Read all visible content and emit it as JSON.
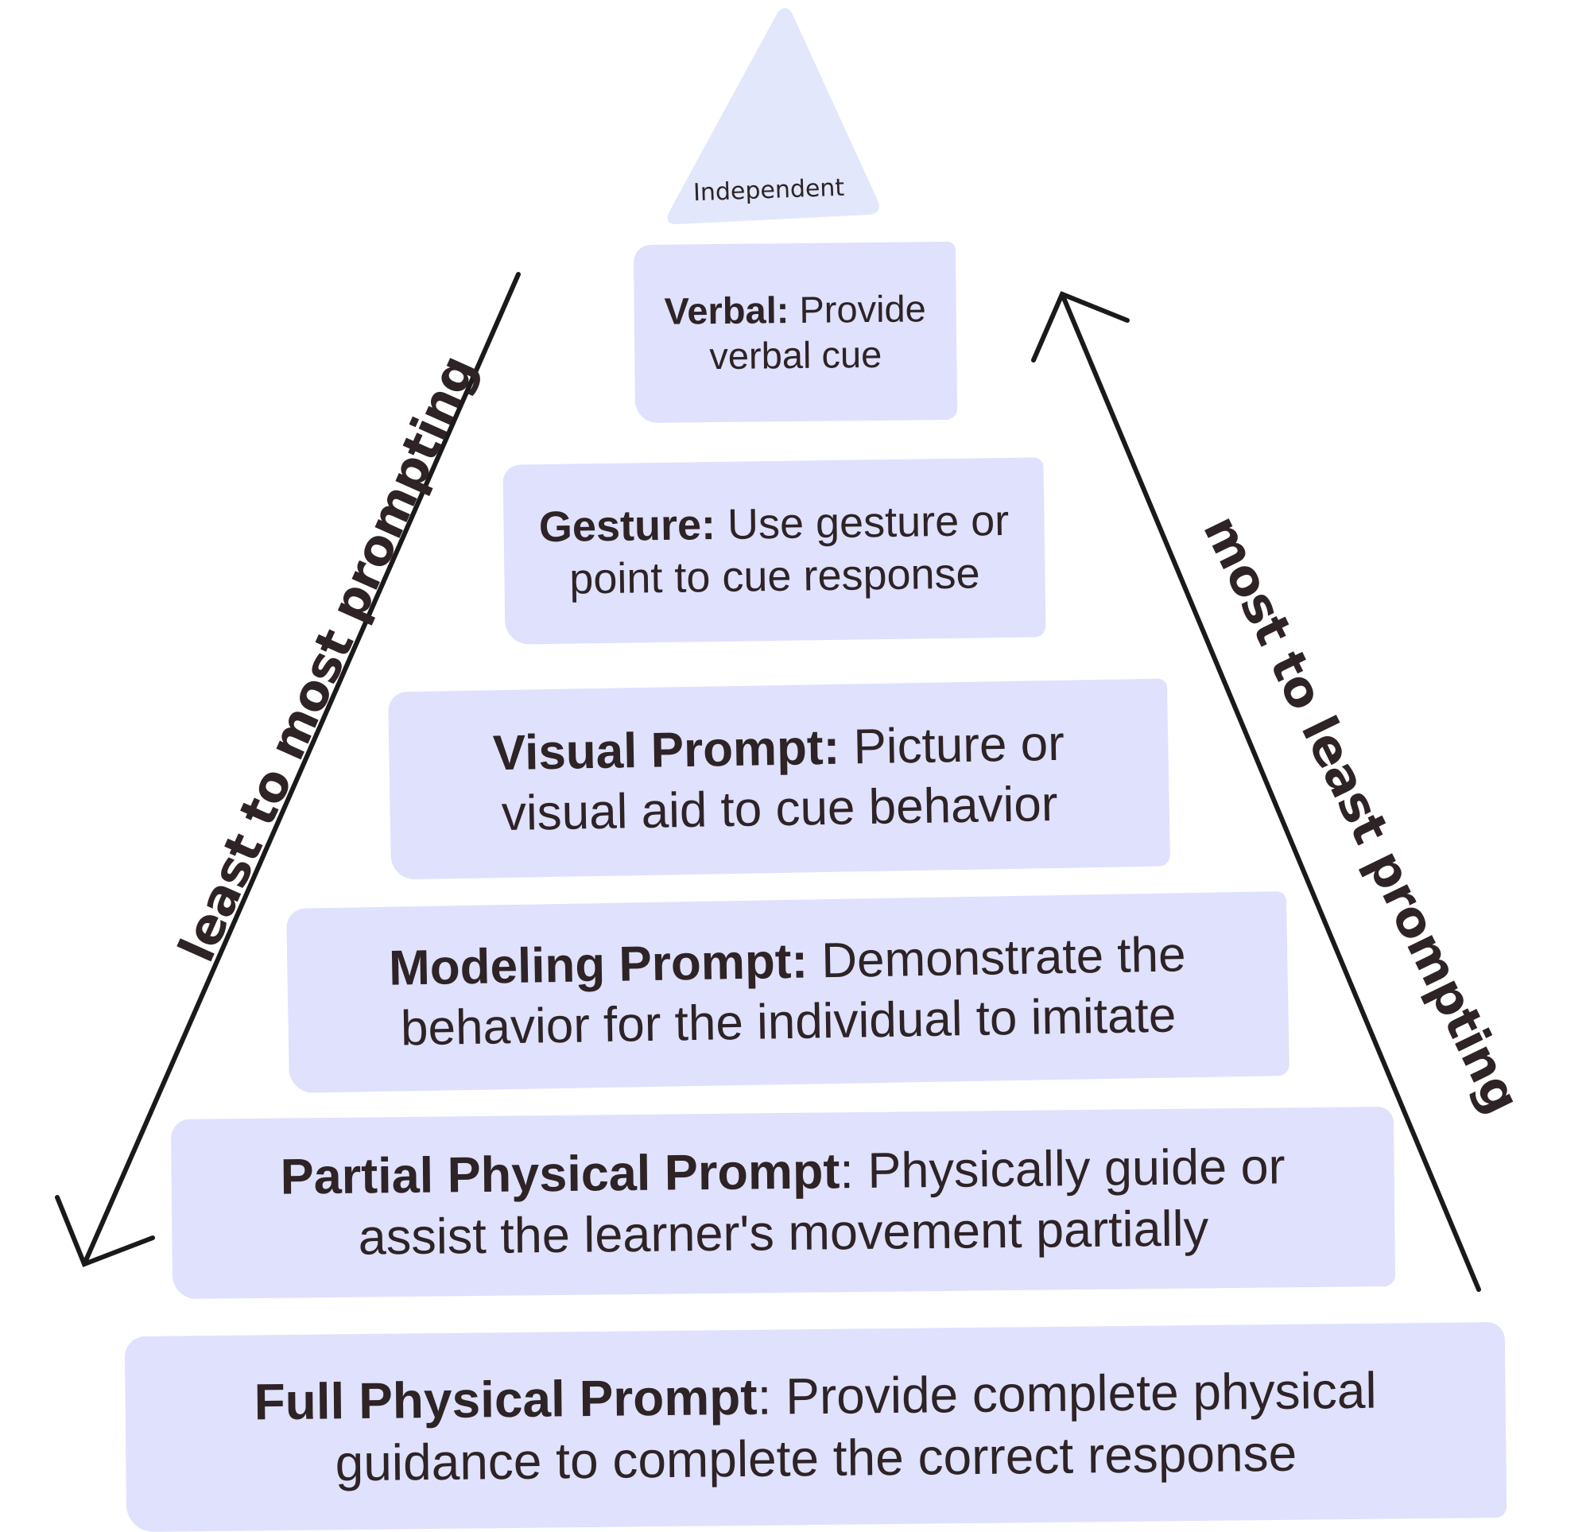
{
  "colors": {
    "box_fill": "#dfe1fd",
    "triangle_fill": "#e2e7fc",
    "text": "#2e2325",
    "arrow": "#1a1a1a"
  },
  "apex": {
    "label": "Independent"
  },
  "levels": [
    {
      "title": "Verbal:",
      "line1_rest": " Provide",
      "line2": "verbal cue"
    },
    {
      "title": "Gesture:",
      "line1_rest": " Use gesture or",
      "line2": "point to cue response"
    },
    {
      "title": "Visual Prompt:",
      "line1_rest": " Picture or",
      "line2": "visual aid to cue behavior"
    },
    {
      "title": "Modeling Prompt:",
      "line1_rest": " Demonstrate the",
      "line2": "behavior for the individual to imitate"
    },
    {
      "title": "Partial Physical Prompt",
      "line1_rest": ": Physically guide or",
      "line2": "assist the learner's movement partially"
    },
    {
      "title": "Full Physical Prompt",
      "line1_rest": ": Provide complete physical",
      "line2": "guidance to complete the correct response"
    }
  ],
  "arrows": {
    "left_label": "least to most prompting",
    "right_label": "most to least prompting"
  }
}
